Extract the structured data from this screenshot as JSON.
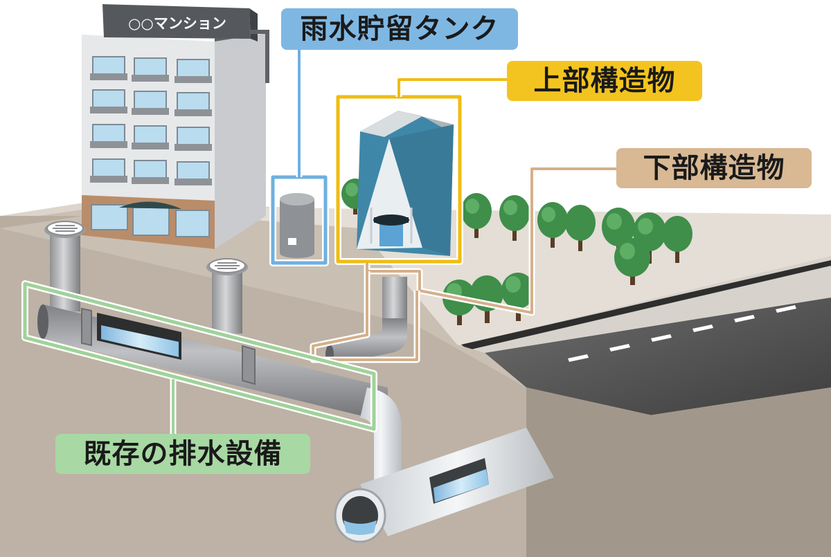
{
  "building": {
    "sign_text": "○○マンション"
  },
  "labels": {
    "rain_tank": "雨水貯留タンク",
    "upper_structure": "上部構造物",
    "lower_structure": "下部構造物",
    "existing_drainage": "既存の排水設備"
  },
  "colors": {
    "rain_tank": "#7fb7e3",
    "upper_structure": "#f3c41f",
    "lower_structure": "#d9b894",
    "existing_drainage": "#a8d8a4",
    "soil": "#a0958a",
    "road": "#4a4a4a"
  },
  "icons": [
    "building-icon",
    "water-tank-icon",
    "toilet-tent-icon",
    "tree-icon",
    "pipe-icon",
    "manhole-icon",
    "road-icon"
  ]
}
